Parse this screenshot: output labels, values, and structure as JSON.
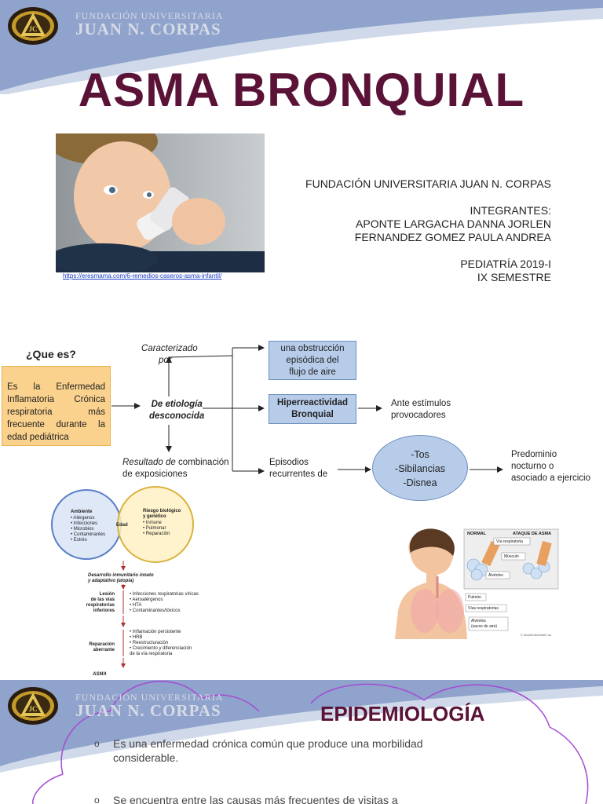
{
  "institution": {
    "line1": "FUNDACIÓN UNIVERSITARIA",
    "line2": "JUAN N. CORPAS"
  },
  "slide1": {
    "title": "ASMA BRONQUIAL",
    "photo_link": "https://eresmama.com/6-remedios-caseros-asma-infantil/",
    "info": {
      "institution": "FUNDACIÓN UNIVERSITARIA JUAN N. CORPAS",
      "members_label": "INTEGRANTES:",
      "member1": "APONTE LARGACHA DANNA JORLEN",
      "member2": "FERNANDEZ GOMEZ PAULA ANDREA",
      "course": "PEDIATRÍA 2019-I",
      "semester": "IX SEMESTRE"
    },
    "diagram": {
      "question": "¿Que es?",
      "definition": "Es la Enfermedad Inflamatoria Crónica respiratoria más frecuente durante la edad pediátrica",
      "characterized_l1": "Caracterizado",
      "characterized_l2": "por",
      "etiology_l1": "De etiología",
      "etiology_l2": "desconocida",
      "result_l1_a": "Resultado de",
      "result_l1_b": " combinación",
      "result_l2": "de exposiciones",
      "obstruction_l1": "una obstrucción",
      "obstruction_l2": "episódica del",
      "obstruction_l3": "flujo de aire",
      "hyper_l1": "Hiperreactividad",
      "hyper_l2": "Bronquial",
      "stimuli_l1": "Ante estímulos",
      "stimuli_l2": "provocadores",
      "episodes_l1": "Episodios",
      "episodes_l2": "recurrentes de",
      "symptom1": "-Tos",
      "symptom2": "-Sibilancias",
      "symptom3": "-Disnea",
      "predominance_l1": "Predominio",
      "predominance_l2": "nocturno o",
      "predominance_l3": "asociado a ejercicio"
    },
    "venn": {
      "left_title": "Ambiente",
      "left_items": [
        "• Alérgenos",
        "• Infecciones",
        "• Microbios",
        "• Contaminantes",
        "• Estrés"
      ],
      "center": "Edad",
      "right_title_l1": "Riesgo biológico",
      "right_title_l2": "y genético",
      "right_items": [
        "• Inmune",
        "• Pulmonar",
        "• Reparación"
      ],
      "step1_l1": "Desarrollo inmunitario innato",
      "step1_l2": "y adaptativo (atopia)",
      "lesion_l1": "Lesión",
      "lesion_l2": "de las vías",
      "lesion_l3": "respiratorias",
      "lesion_l4": "inferiores",
      "lesion_items": [
        "• Infecciones respiratorias víricas",
        "• Aeroalérgenos",
        "• HTA",
        "• Contaminantes/tóxicos"
      ],
      "repair_l1": "Reparación",
      "repair_l2": "aberrante",
      "repair_items": [
        "• Inflamación persistente",
        "• HRB",
        "• Reestructuración",
        "• Crecimiento y diferenciación",
        "  de la vía respiratoria"
      ],
      "final": "ASMA"
    },
    "lungs": {
      "normal": "NORMAL",
      "attack": "ATAQUE DE ASMA",
      "airway": "Vía respiratoria",
      "muscle": "Músculo",
      "alveoli": "Alvéolos",
      "lung": "Pulmón",
      "airways": "Vías respiratorias",
      "alveoli2_l1": "Alvéolos",
      "alveoli2_l2": "(sacos de aire)",
      "credit": "© AboutKidsHealth.ca"
    }
  },
  "slide2": {
    "title": "EPIDEMIOLOGÍA",
    "bullet_marker": "o",
    "bullets": [
      "Es una enfermedad crónica común que produce una morbilidad considerable.",
      "Se encuentra entre las causas más frecuentes de visitas a"
    ]
  },
  "colors": {
    "title": "#5a1236",
    "header_blue": "#8fa3cc",
    "def_box": "#fbd28d",
    "blue_box": "#b7cce9",
    "venn_left": "#dfe8f7",
    "venn_right": "#fff1c4",
    "purple_outline": "#a44bd3"
  }
}
